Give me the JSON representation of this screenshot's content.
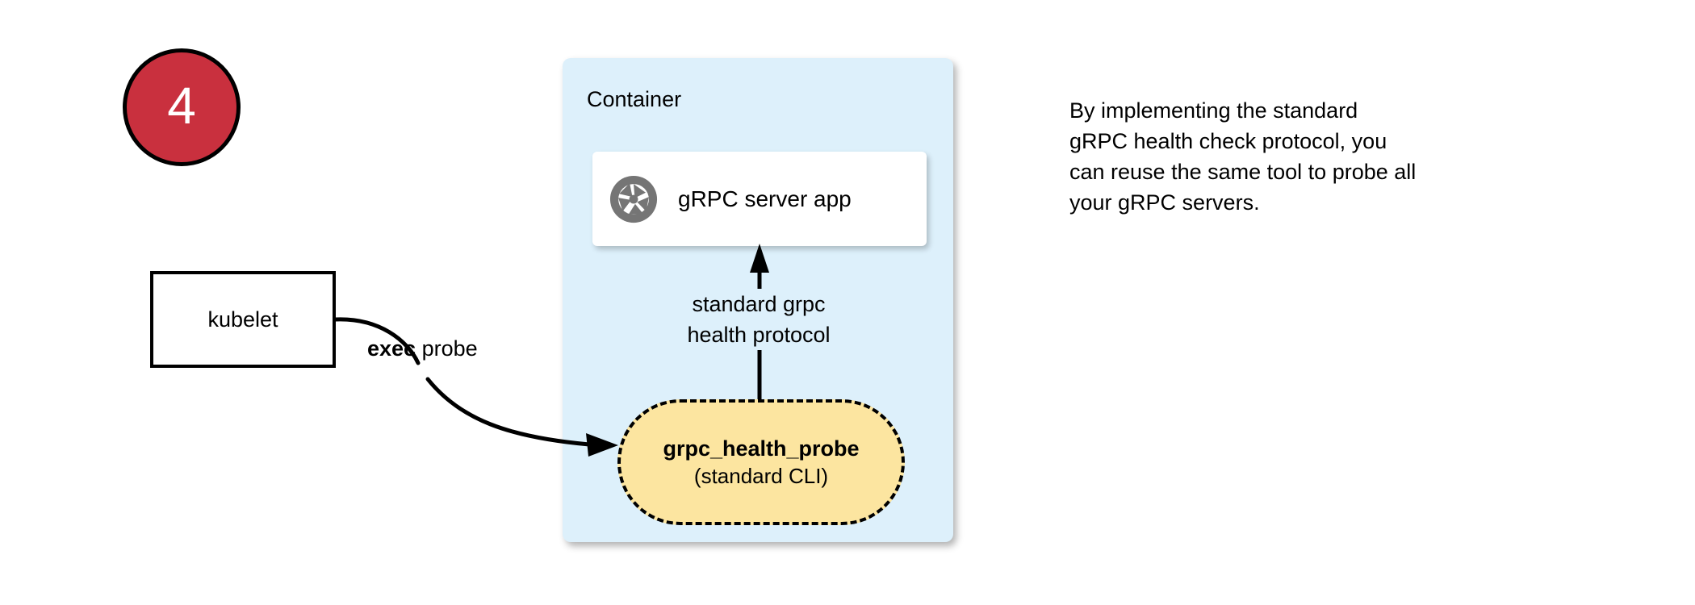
{
  "step": {
    "number": "4",
    "circle_color": "#C9303E",
    "text_color": "#FFFFFF"
  },
  "container": {
    "label": "Container",
    "fill_color": "#DDF0FB"
  },
  "server_card": {
    "icon_name": "aperture-icon",
    "label": "gRPC server app",
    "fill_color": "#FFFFFF",
    "icon_color": "#757575"
  },
  "protocol_edge": {
    "line1": "standard grpc",
    "line2": "health protocol",
    "direction": "up"
  },
  "probe": {
    "title": "grpc_health_probe",
    "subtitle": "(standard CLI)",
    "fill_color": "#FCE5A0",
    "border_style": "dashed"
  },
  "kubelet": {
    "label": "kubelet"
  },
  "exec_edge": {
    "label_bold": "exec",
    "label_rest": " probe"
  },
  "note": {
    "lines": [
      "By implementing the standard",
      "gRPC health check protocol, you",
      "can reuse the same tool to probe all",
      "your gRPC servers."
    ]
  }
}
